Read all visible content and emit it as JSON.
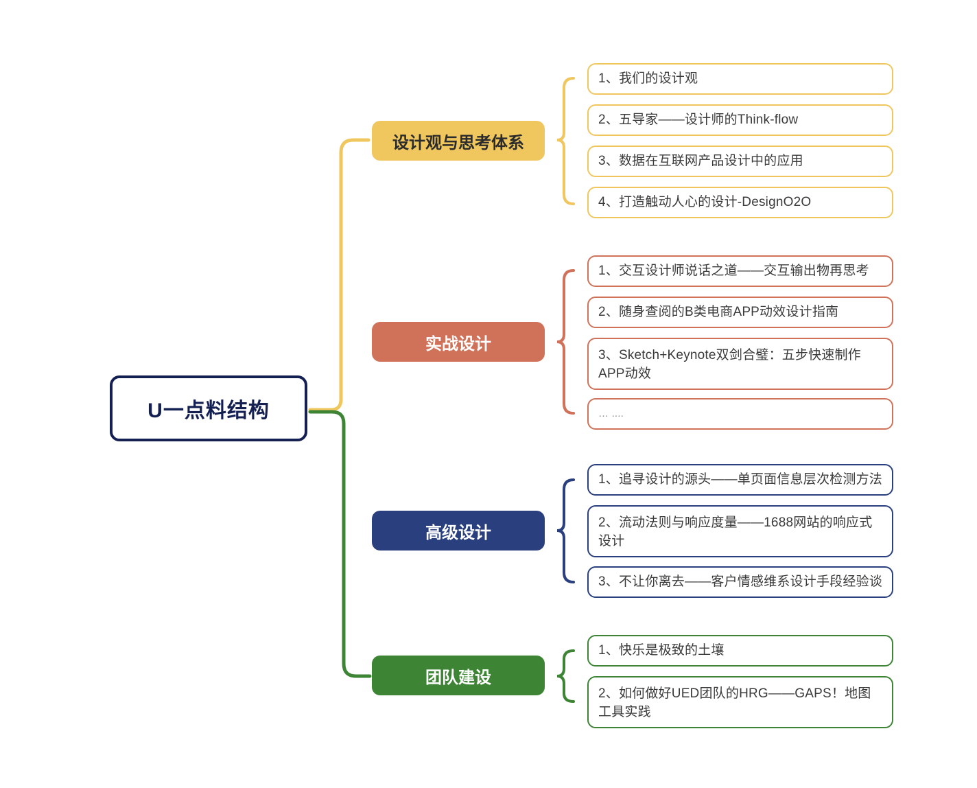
{
  "diagram": {
    "type": "mindmap",
    "root": {
      "label": "U一点料结构",
      "border_color": "#141f52",
      "text_color": "#141f52"
    },
    "branches": [
      {
        "id": "design-view",
        "label": "设计观与思考体系",
        "color": "#efc75e",
        "text_color": "#2b2b2b",
        "items": [
          "1、我们的设计观",
          "2、五导家——设计师的Think-flow",
          "3、数据在互联网产品设计中的应用",
          "4、打造触动人心的设计-DesignO2O"
        ]
      },
      {
        "id": "practical-design",
        "label": "实战设计",
        "color": "#cf7259",
        "text_color": "#ffffff",
        "items": [
          "1、交互设计师说话之道——交互输出物再思考",
          "2、随身查阅的B类电商APP动效设计指南",
          "3、Sketch+Keynote双剑合璧：五步快速制作APP动效",
          "… ...."
        ]
      },
      {
        "id": "advanced-design",
        "label": "高级设计",
        "color": "#2a3f7e",
        "text_color": "#ffffff",
        "items": [
          "1、追寻设计的源头——单页面信息层次检测方法",
          "2、流动法则与响应度量——1688网站的响应式设计",
          "3、不让你离去——客户情感维系设计手段经验谈"
        ]
      },
      {
        "id": "team-building",
        "label": "团队建设",
        "color": "#3d8434",
        "text_color": "#ffffff",
        "items": [
          "1、快乐是极致的土壤",
          "2、如何做好UED团队的HRG——GAPS！地图工具实践"
        ]
      }
    ]
  }
}
